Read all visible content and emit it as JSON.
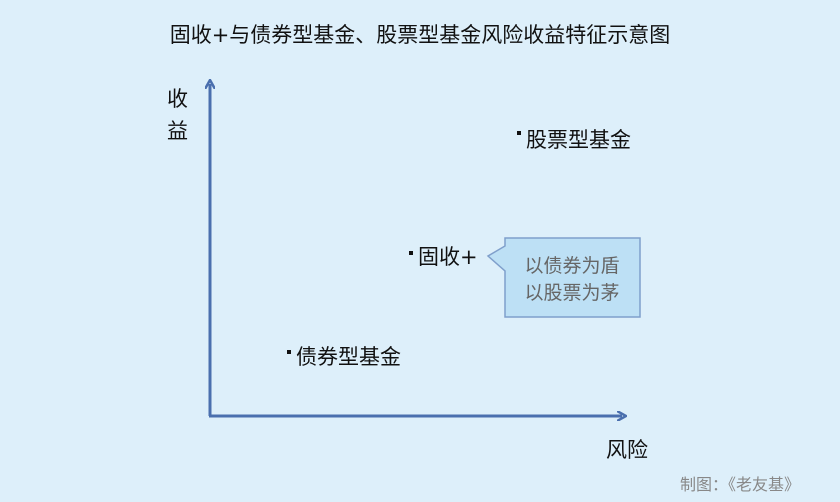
{
  "title": "固收+与债券型基金、股票型基金风险收益特征示意图",
  "axes": {
    "y_label_1": "收",
    "y_label_2": "益",
    "x_label": "风险"
  },
  "points": [
    {
      "label": "股票型基金",
      "risk_rank": 3,
      "return_rank": 3
    },
    {
      "label": "固收+",
      "risk_rank": 2,
      "return_rank": 2
    },
    {
      "label": "债券型基金",
      "risk_rank": 1,
      "return_rank": 1
    }
  ],
  "callout": {
    "line1": "以债券为盾",
    "line2": "以股票为茅"
  },
  "credit": "制图：《老友基》",
  "colors": {
    "background": "#ddeffa",
    "axis": "#4a6fae",
    "callout_fill": "#bde0f5",
    "callout_stroke": "#7f9fcb"
  }
}
